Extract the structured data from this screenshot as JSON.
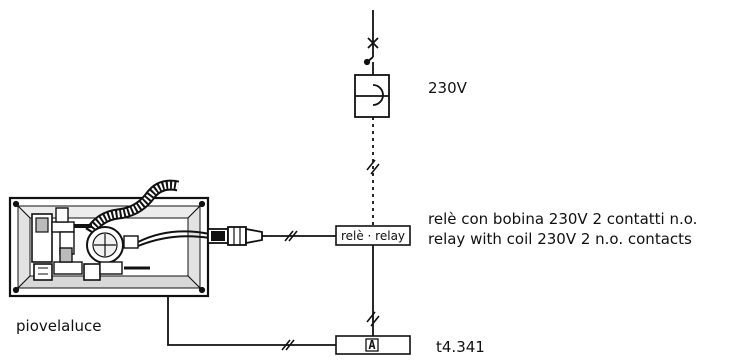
{
  "supply": {
    "voltage_label": "230V"
  },
  "relay": {
    "box_label": "relè · relay",
    "description_it": "relè con bobina 230V 2 contatti n.o.",
    "description_en": "relay with coil 230V 2 n.o. contacts"
  },
  "device": {
    "label": "piovelaluce"
  },
  "controller": {
    "box_label": "A",
    "model": "t4.341"
  }
}
